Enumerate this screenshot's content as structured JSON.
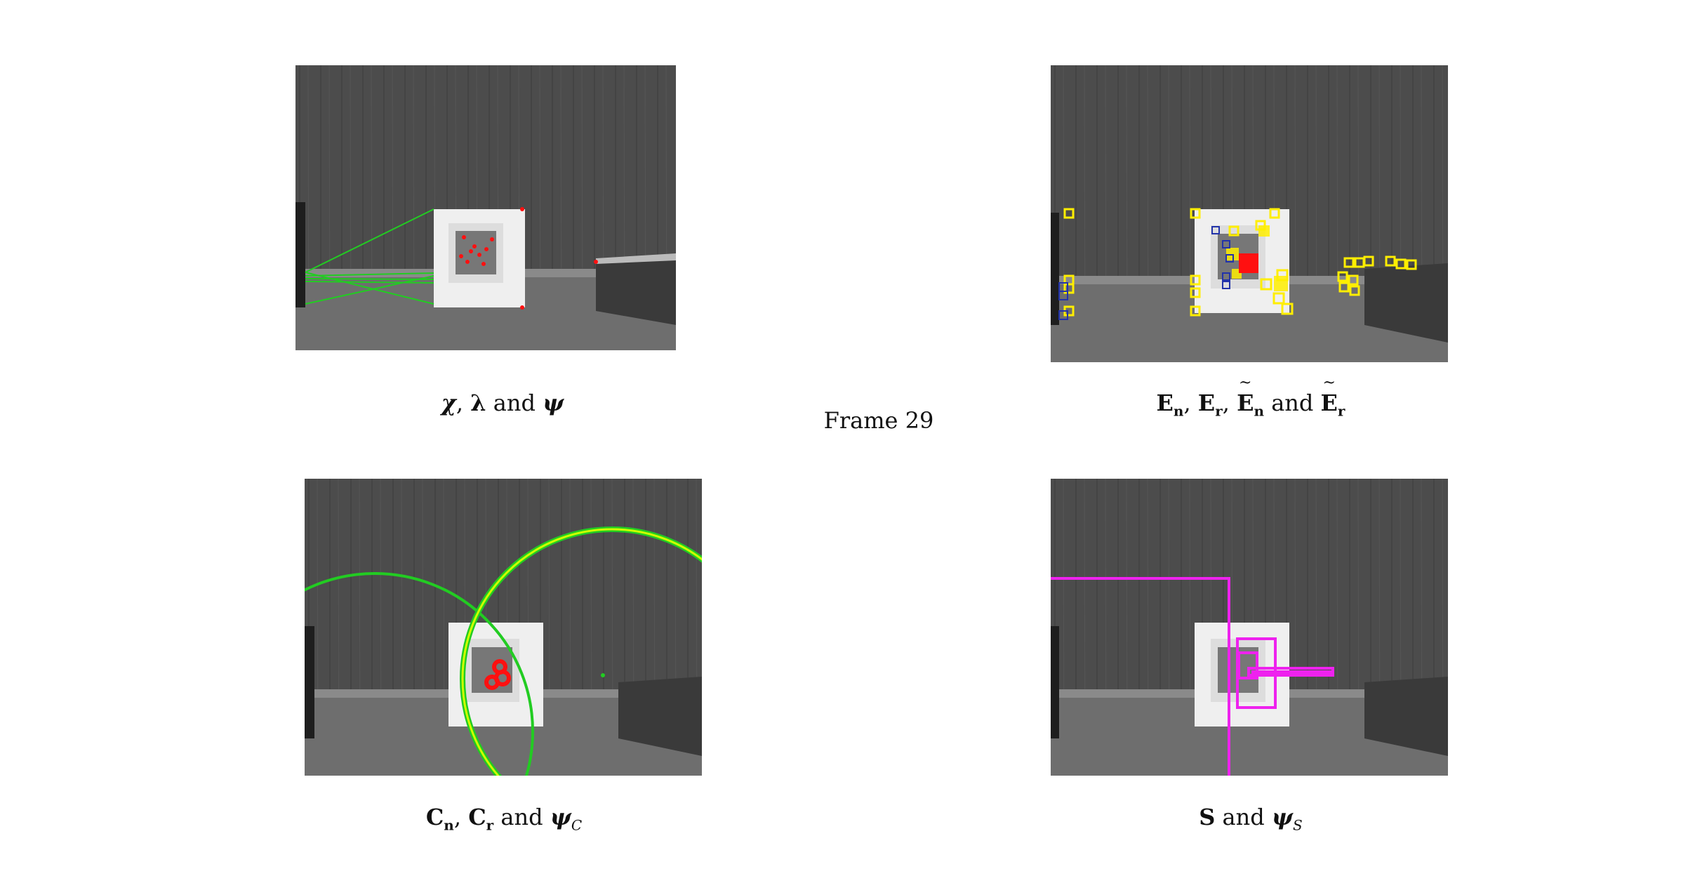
{
  "frame_label": "Frame 29",
  "captions": {
    "top_left": {
      "chi": "χ",
      "lambda": "λ",
      "and": "and",
      "psi": "ψ"
    },
    "top_right": {
      "E": "E",
      "n": "n",
      "r": "r",
      "and": "and"
    },
    "bottom_left": {
      "C": "C",
      "n": "n",
      "r": "r",
      "and": "and",
      "psi": "ψ",
      "sub": "C"
    },
    "bottom_right": {
      "S": "S",
      "and": "and",
      "psi": "ψ",
      "sub": "S"
    }
  },
  "colors": {
    "wall": "#4a4a4a",
    "floor": "#6b6b6b",
    "frame": "#efefef",
    "green": "#22cc22",
    "yellow_green": "#ccff00",
    "red": "#ff1010",
    "yellow": "#ffee00",
    "blue": "#2233aa",
    "magenta": "#ee22ee"
  }
}
